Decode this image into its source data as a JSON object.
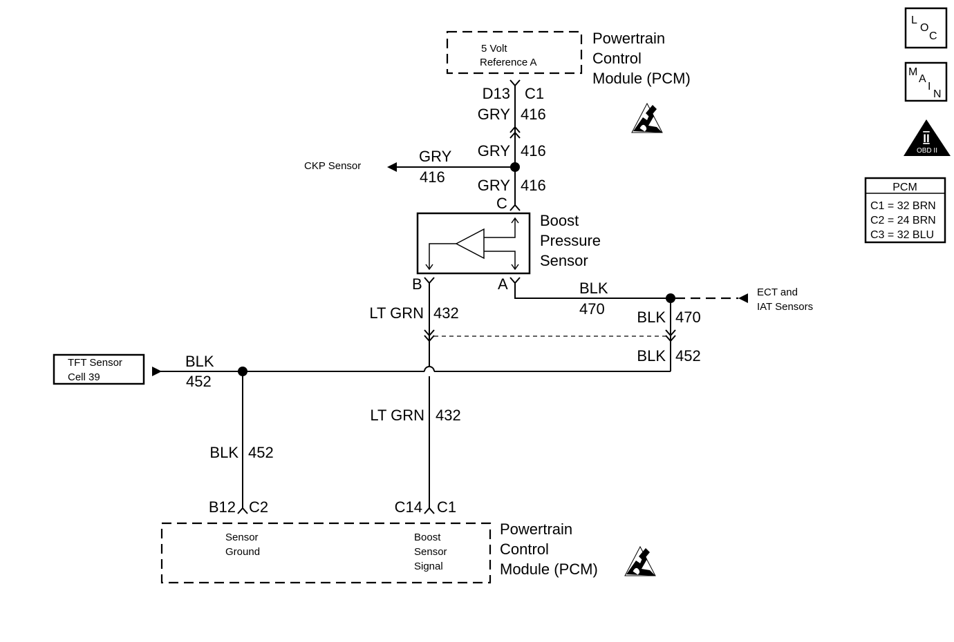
{
  "pcm_top": {
    "title_lines": [
      "Powertrain",
      "Control",
      "Module (PCM)"
    ],
    "inner_lines": [
      "5 Volt",
      "Reference A"
    ],
    "pin": "D13",
    "connector": "C1"
  },
  "wires": {
    "gry_color": "GRY",
    "gry_circuit": "416",
    "ltgrn_color": "LT GRN",
    "ltgrn_circuit": "432",
    "blk_color": "BLK",
    "blk_470_circuit": "470",
    "blk_452_circuit": "452"
  },
  "ckp": {
    "label": "CKP Sensor"
  },
  "sensor": {
    "title_lines": [
      "Boost",
      "Pressure",
      "Sensor"
    ],
    "pin_c": "C",
    "pin_b": "B",
    "pin_a": "A"
  },
  "ect": {
    "label_lines": [
      "ECT and",
      "IAT Sensors"
    ]
  },
  "tft": {
    "label_lines": [
      "TFT Sensor",
      "Cell 39"
    ]
  },
  "pcm_bottom": {
    "title_lines": [
      "Powertrain",
      "Control",
      "Module (PCM)"
    ],
    "ground_lines": [
      "Sensor",
      "Ground"
    ],
    "signal_lines": [
      "Boost",
      "Sensor",
      "Signal"
    ],
    "pin_ground": "B12",
    "conn_ground": "C2",
    "pin_signal": "C14",
    "conn_signal": "C1"
  },
  "legend": {
    "loc_letters": [
      "L",
      "O",
      "C"
    ],
    "main_letters": [
      "M",
      "A",
      "I",
      "N"
    ],
    "obd_roman": "II",
    "obd_text": "OBD II",
    "table_title": "PCM",
    "table_rows": [
      "C1 = 32 BRN",
      "C2 = 24 BRN",
      "C3 = 32 BLU"
    ]
  },
  "icons": [
    "esd-warning-icon",
    "loc-icon",
    "main-icon",
    "obd-ii-icon",
    "splice-dot",
    "inline-connector"
  ]
}
